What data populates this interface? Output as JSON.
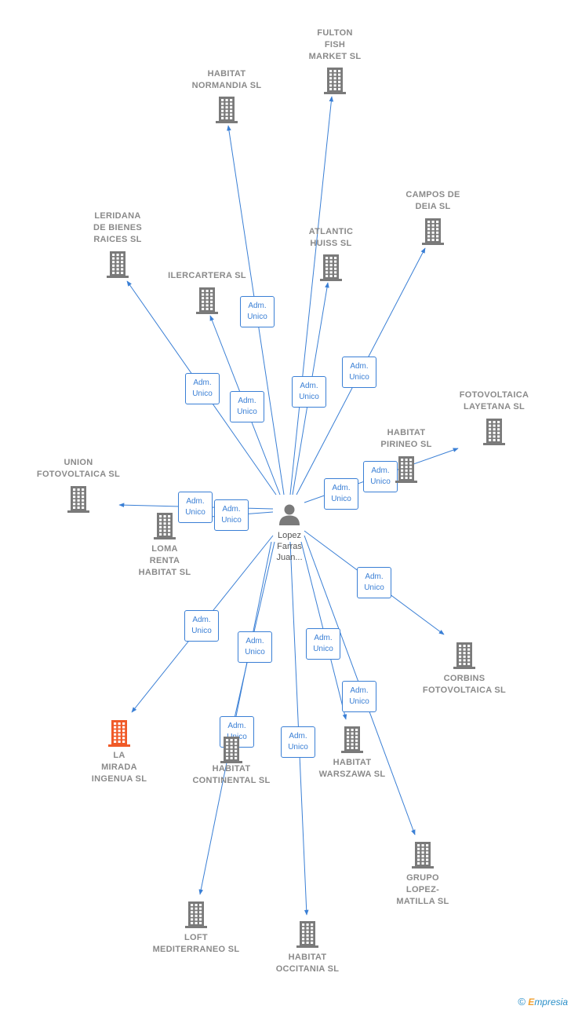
{
  "colors": {
    "edge": "#3a7fd5",
    "building": "#7a7a7a",
    "highlight": "#f05a28",
    "label": "#8a8a8a"
  },
  "person": {
    "name_lines": [
      "Lopez",
      "Farras",
      "Juan..."
    ]
  },
  "nodes": [
    {
      "id": "fulton",
      "lines": [
        "FULTON",
        "FISH",
        "MARKET SL"
      ]
    },
    {
      "id": "normandia",
      "lines": [
        "HABITAT",
        "NORMANDIA SL"
      ]
    },
    {
      "id": "campos",
      "lines": [
        "CAMPOS DE",
        "DEIA SL"
      ]
    },
    {
      "id": "leridana",
      "lines": [
        "LERIDANA",
        "DE BIENES",
        "RAICES SL"
      ]
    },
    {
      "id": "atlantic",
      "lines": [
        "ATLANTIC",
        "HUISS SL"
      ]
    },
    {
      "id": "ilercartera",
      "lines": [
        "ILERCARTERA SL"
      ]
    },
    {
      "id": "layetana",
      "lines": [
        "FOTOVOLTAICA",
        "LAYETANA SL"
      ]
    },
    {
      "id": "pirineo",
      "lines": [
        "HABITAT",
        "PIRINEO SL"
      ]
    },
    {
      "id": "union",
      "lines": [
        "UNION",
        "FOTOVOLTAICA SL"
      ]
    },
    {
      "id": "loma",
      "lines": [
        "LOMA",
        "RENTA",
        "HABITAT  SL"
      ]
    },
    {
      "id": "corbins",
      "lines": [
        "CORBINS",
        "FOTOVOLTAICA SL"
      ]
    },
    {
      "id": "mirada",
      "lines": [
        "LA",
        "MIRADA",
        "INGENUA  SL"
      ]
    },
    {
      "id": "continental",
      "lines": [
        "HABITAT",
        "CONTINENTAL SL"
      ]
    },
    {
      "id": "warszawa",
      "lines": [
        "HABITAT",
        "WARSZAWA SL"
      ]
    },
    {
      "id": "grupo",
      "lines": [
        "GRUPO",
        "LOPEZ-",
        "MATILLA SL"
      ]
    },
    {
      "id": "loft",
      "lines": [
        "LOFT",
        "MEDITERRANEO SL"
      ]
    },
    {
      "id": "occitania",
      "lines": [
        "HABITAT",
        "OCCITANIA SL"
      ]
    }
  ],
  "edge_label": [
    "Adm.",
    "Unico"
  ],
  "footer": {
    "copyright": "©",
    "brand_first": "E",
    "brand_rest": "mpresia"
  }
}
